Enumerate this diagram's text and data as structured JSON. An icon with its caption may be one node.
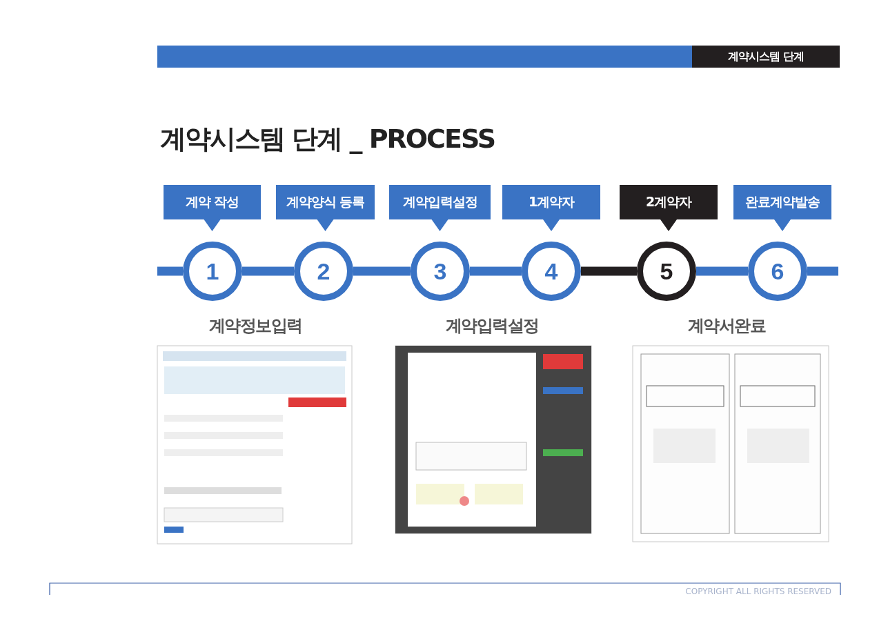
{
  "diagram": {
    "title": "계약시스템 단계 _ **PROCESS**",
    "nodes": [
      {
        "text": [
          "계약 작성"
        ]
      },
      {
        "text": [
          "계약양식 등록"
        ]
      },
      {
        "text": [
          "계약입력설정"
        ]
      },
      {
        "text": [
          "1계약자"
        ]
      },
      {
        "text": [
          "2계약자"
        ]
      },
      {
        "text": [
          "완료계약발송"
        ]
      },
      {
        "text": [
          "1"
        ]
      },
      {
        "text": [
          "2"
        ]
      },
      {
        "text": [
          "3"
        ]
      },
      {
        "text": [
          "4"
        ]
      },
      {
        "text": [
          "5"
        ]
      },
      {
        "text": [
          "6"
        ]
      }
    ],
    "edges": [
      {
        "from": null,
        "to": 6,
        "arrow": "none"
      },
      {
        "from": 6,
        "to": 7,
        "arrow": "none"
      },
      {
        "from": 7,
        "to": 8,
        "arrow": "none"
      },
      {
        "from": 8,
        "to": 9,
        "arrow": "none"
      },
      {
        "from": 9,
        "to": 10,
        "arrow": "none",
        "color": "#231f20"
      },
      {
        "from": 10,
        "to": 11,
        "arrow": "none"
      },
      {
        "from": 11,
        "to": null,
        "arrow": "none"
      }
    ],
    "labels": [
      "계약시스템 단계",
      "계약정보입력",
      "계약입력설정",
      "계약서완료",
      "COPYRIGHT ALL RIGHTS RESERVED"
    ]
  }
}
